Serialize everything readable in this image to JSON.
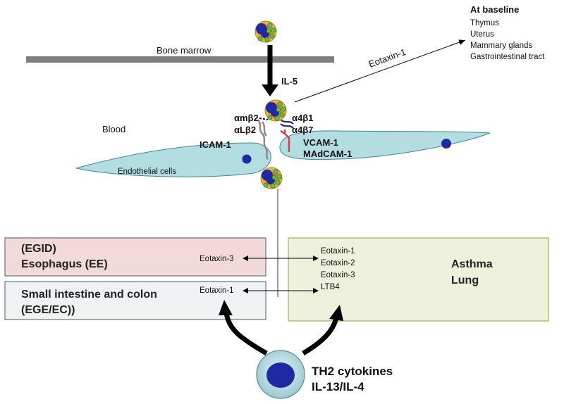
{
  "baseline": {
    "title": "At baseline",
    "items": [
      "Thymus",
      "Uterus",
      "Mammary glands",
      "Gastrointestinal tract"
    ]
  },
  "labels": {
    "bone_marrow": "Bone marrow",
    "eotaxin_1_top": "Eotaxin-1",
    "il5": "IL-5",
    "blood": "Blood",
    "am_b2": "αmβ2",
    "al_b2": "αLβ2",
    "a4_b1": "α4β1",
    "a4_b7": "α4β7",
    "icam1": "ICAM-1",
    "vcam1": "VCAM-1",
    "madcam1": "MAdCAM-1",
    "endothelial": "Endothelial cells"
  },
  "boxes": {
    "egid": {
      "line1": "(EGID)",
      "line2": "Esophagus (EE)",
      "chemokine": "Eotaxin-3",
      "color": "#f3dada"
    },
    "intestine": {
      "line1": "Small intestine and colon",
      "line2": "(EGE/EC))",
      "chemokine": "Eotaxin-1",
      "color": "#eef2f2"
    },
    "lung": {
      "chemokines": [
        "Eotaxin-1",
        "Eotaxin-2",
        "Eotaxin-3",
        "LTB4"
      ],
      "line1": "Asthma",
      "line2": "Lung",
      "color": "#eef1dc"
    }
  },
  "th2": {
    "line1": "TH2 cytokines",
    "line2": "IL-13/IL-4"
  }
}
